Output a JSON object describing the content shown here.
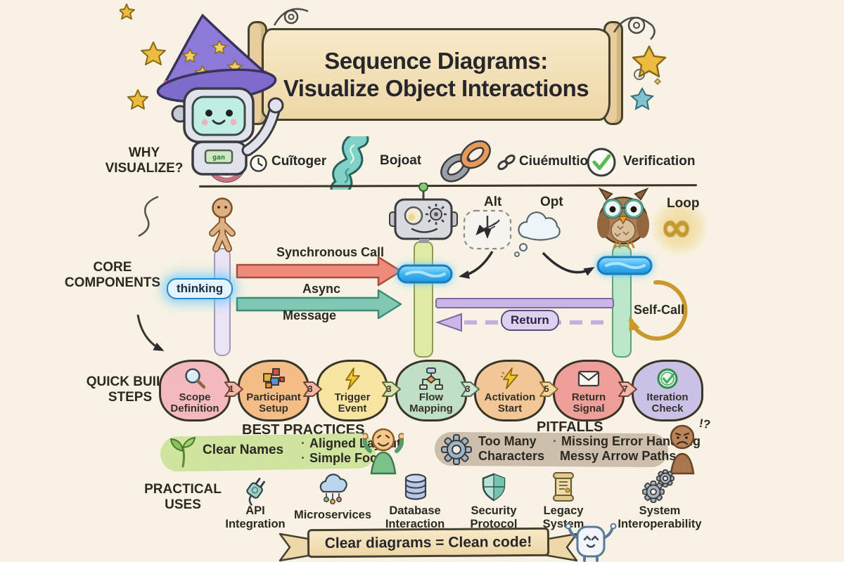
{
  "header": {
    "title_line1": "Sequence Diagrams:",
    "title_line2": "Visualize Object Interactions",
    "robot_chest_text": "gan"
  },
  "why": {
    "label_line1": "WHY",
    "label_line2": "VISUALIZE?",
    "items": [
      {
        "icon": "clock-icon",
        "label": "Cuĩtoger"
      },
      {
        "icon": "river-icon",
        "label": "Bojoat"
      },
      {
        "icon": "chain-icon",
        "label": "Ciuémultion"
      },
      {
        "icon": "check-icon",
        "label": "Verification"
      }
    ]
  },
  "core": {
    "label_line1": "CORE",
    "label_line2": "COMPONENTS",
    "thinking": "thinking",
    "sync_call": "Synchronous Call",
    "async_line1": "Async",
    "async_line2": "Message",
    "return_label": "Return",
    "alt": "Alt",
    "opt": "Opt",
    "loop": "Loop",
    "loop_symbol": "∞",
    "self_call": "Self-Call"
  },
  "steps": {
    "label_line1": "QUICK BUILD",
    "label_line2": "STEPS",
    "items": [
      {
        "line1": "Scope",
        "line2": "Definition",
        "icon": "magnifier-icon",
        "color": "#f3b9bd"
      },
      {
        "line1": "Participant",
        "line2": "Setup",
        "icon": "puzzle-icon",
        "color": "#f3bd85"
      },
      {
        "line1": "Trigger",
        "line2": "Event",
        "icon": "lightning-icon",
        "color": "#f7e5a0"
      },
      {
        "line1": "Flow",
        "line2": "Mapping",
        "icon": "flowchart-icon",
        "color": "#bfe0c4"
      },
      {
        "line1": "Activation",
        "line2": "Start",
        "icon": "lightning-icon",
        "color": "#f3c795"
      },
      {
        "line1": "Return",
        "line2": "Signal",
        "icon": "envelope-icon",
        "color": "#ee9f98"
      },
      {
        "line1": "Iteration",
        "line2": "Check",
        "icon": "check-circle-icon",
        "color": "#c9c2e6"
      }
    ],
    "connectors": [
      "1",
      "3",
      "3",
      "3",
      "5",
      "7"
    ]
  },
  "best_practices": {
    "title": "BEST PRACTICES",
    "items": [
      "Clear Names",
      "Aligned Layout",
      "Simple Focus"
    ]
  },
  "pitfalls": {
    "title": "PITFALLS",
    "item1_line1": "Too Many",
    "item1_line2": "Characters",
    "item2": "Missing Error Handling",
    "item3": "Messy Arrow Paths",
    "marks": "!?"
  },
  "practical": {
    "label_line1": "PRACTICAL",
    "label_line2": "USES",
    "items": [
      {
        "icon": "plug-icon",
        "line1": "API",
        "line2": "Integration"
      },
      {
        "icon": "cloud-icon",
        "line1": "Microservices",
        "line2": ""
      },
      {
        "icon": "database-icon",
        "line1": "Database",
        "line2": "Interaction"
      },
      {
        "icon": "shield-icon",
        "line1": "Security",
        "line2": "Protocol"
      },
      {
        "icon": "scroll-icon",
        "line1": "Legacy",
        "line2": "System"
      },
      {
        "icon": "gears-icon",
        "line1": "System",
        "line2": "Interoperability"
      }
    ]
  },
  "footer": {
    "banner": "Clear diagrams = Clean code!"
  },
  "colors": {
    "background": "#f7f2e3",
    "ink": "#2c2822",
    "sync_arrow": "#ef8b7a",
    "async_arrow": "#7fc9b2",
    "return_arrow": "#ccb6e8",
    "activation_bar": "#45b9f2",
    "gold": "#c9992e",
    "best_bar": "#cfe49e",
    "pitfall_bar": "#cdbfac",
    "parchment": "#f0dcb4"
  }
}
